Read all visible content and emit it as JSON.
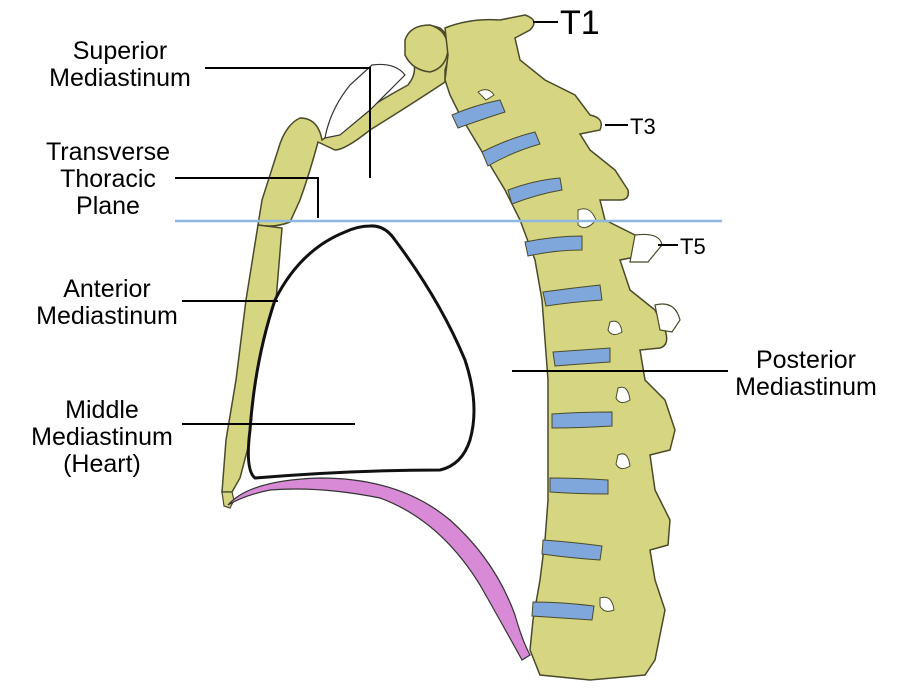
{
  "colors": {
    "bone": "#d6d682",
    "bone_outline": "#4a4a2a",
    "disc": "#7fa7dc",
    "diaphragm": "#d98ad6",
    "plane_line": "#8fb8e0",
    "leader_line": "#000000",
    "heart_outline": "#111111"
  },
  "labels": {
    "superior_line1": "Superior",
    "superior_line2": "Mediastinum",
    "transverse_line1": "Transverse",
    "transverse_line2": "Thoracic",
    "transverse_line3": "Plane",
    "anterior_line1": "Anterior",
    "anterior_line2": "Mediastinum",
    "middle_line1": "Middle",
    "middle_line2": "Mediastinum",
    "middle_line3": "(Heart)",
    "posterior_line1": "Posterior",
    "posterior_line2": "Mediastinum",
    "t1": "T1",
    "t3": "T3",
    "t5": "T5"
  }
}
